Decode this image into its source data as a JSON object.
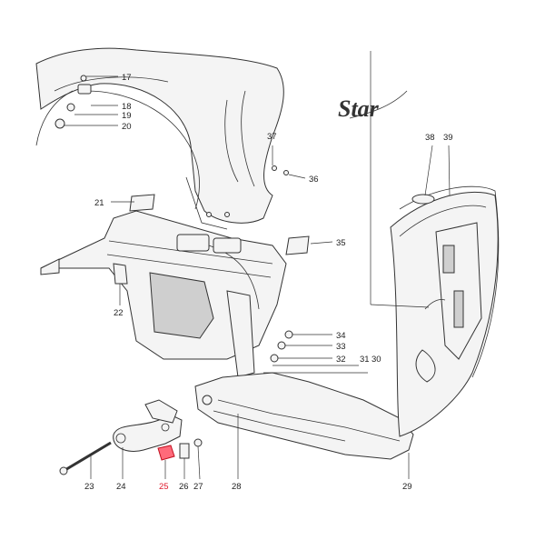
{
  "callouts": {
    "c17": "17",
    "c18": "18",
    "c19": "19",
    "c20": "20",
    "c21": "21",
    "c22": "22",
    "c23": "23",
    "c24": "24",
    "c25": "25",
    "c26": "26",
    "c27": "27",
    "c28": "28",
    "c29": "29",
    "c30": "30",
    "c31": "31",
    "c32": "32",
    "c33": "33",
    "c34": "34",
    "c35": "35",
    "c36": "36",
    "c37": "37",
    "c38": "38",
    "c39": "39"
  },
  "logo_text": "Star",
  "highlight_color": "#e0182b"
}
